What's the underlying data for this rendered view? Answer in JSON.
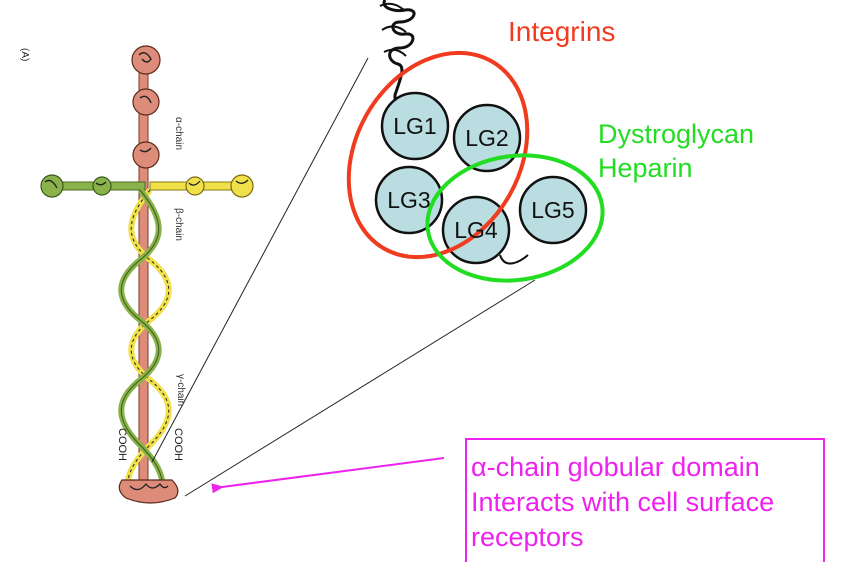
{
  "panel_label": "(A)",
  "chain_labels": {
    "alpha": "α-chain",
    "beta": "β-chain",
    "gamma": "γ-chain"
  },
  "termini": {
    "left": "COOH",
    "right": "COOH"
  },
  "domains": [
    "LG1",
    "LG2",
    "LG3",
    "LG4",
    "LG5"
  ],
  "binding": {
    "integrins": "Integrins",
    "dystroglycan_line1": "Dystroglycan",
    "dystroglycan_line2": "Heparin"
  },
  "callout": {
    "line1": "α-chain globular domain",
    "line2": "Interacts with cell surface",
    "line3": "receptors"
  },
  "colors": {
    "alpha_chain": "#dd8c7a",
    "beta_chain": "#f0e04a",
    "gamma_chain": "#8ab24a",
    "lg_domain": "#b9dde0",
    "integrin_ring": "#f03b1e",
    "dystroglycan_ring": "#22dd22",
    "callout": "#ee22ee"
  }
}
